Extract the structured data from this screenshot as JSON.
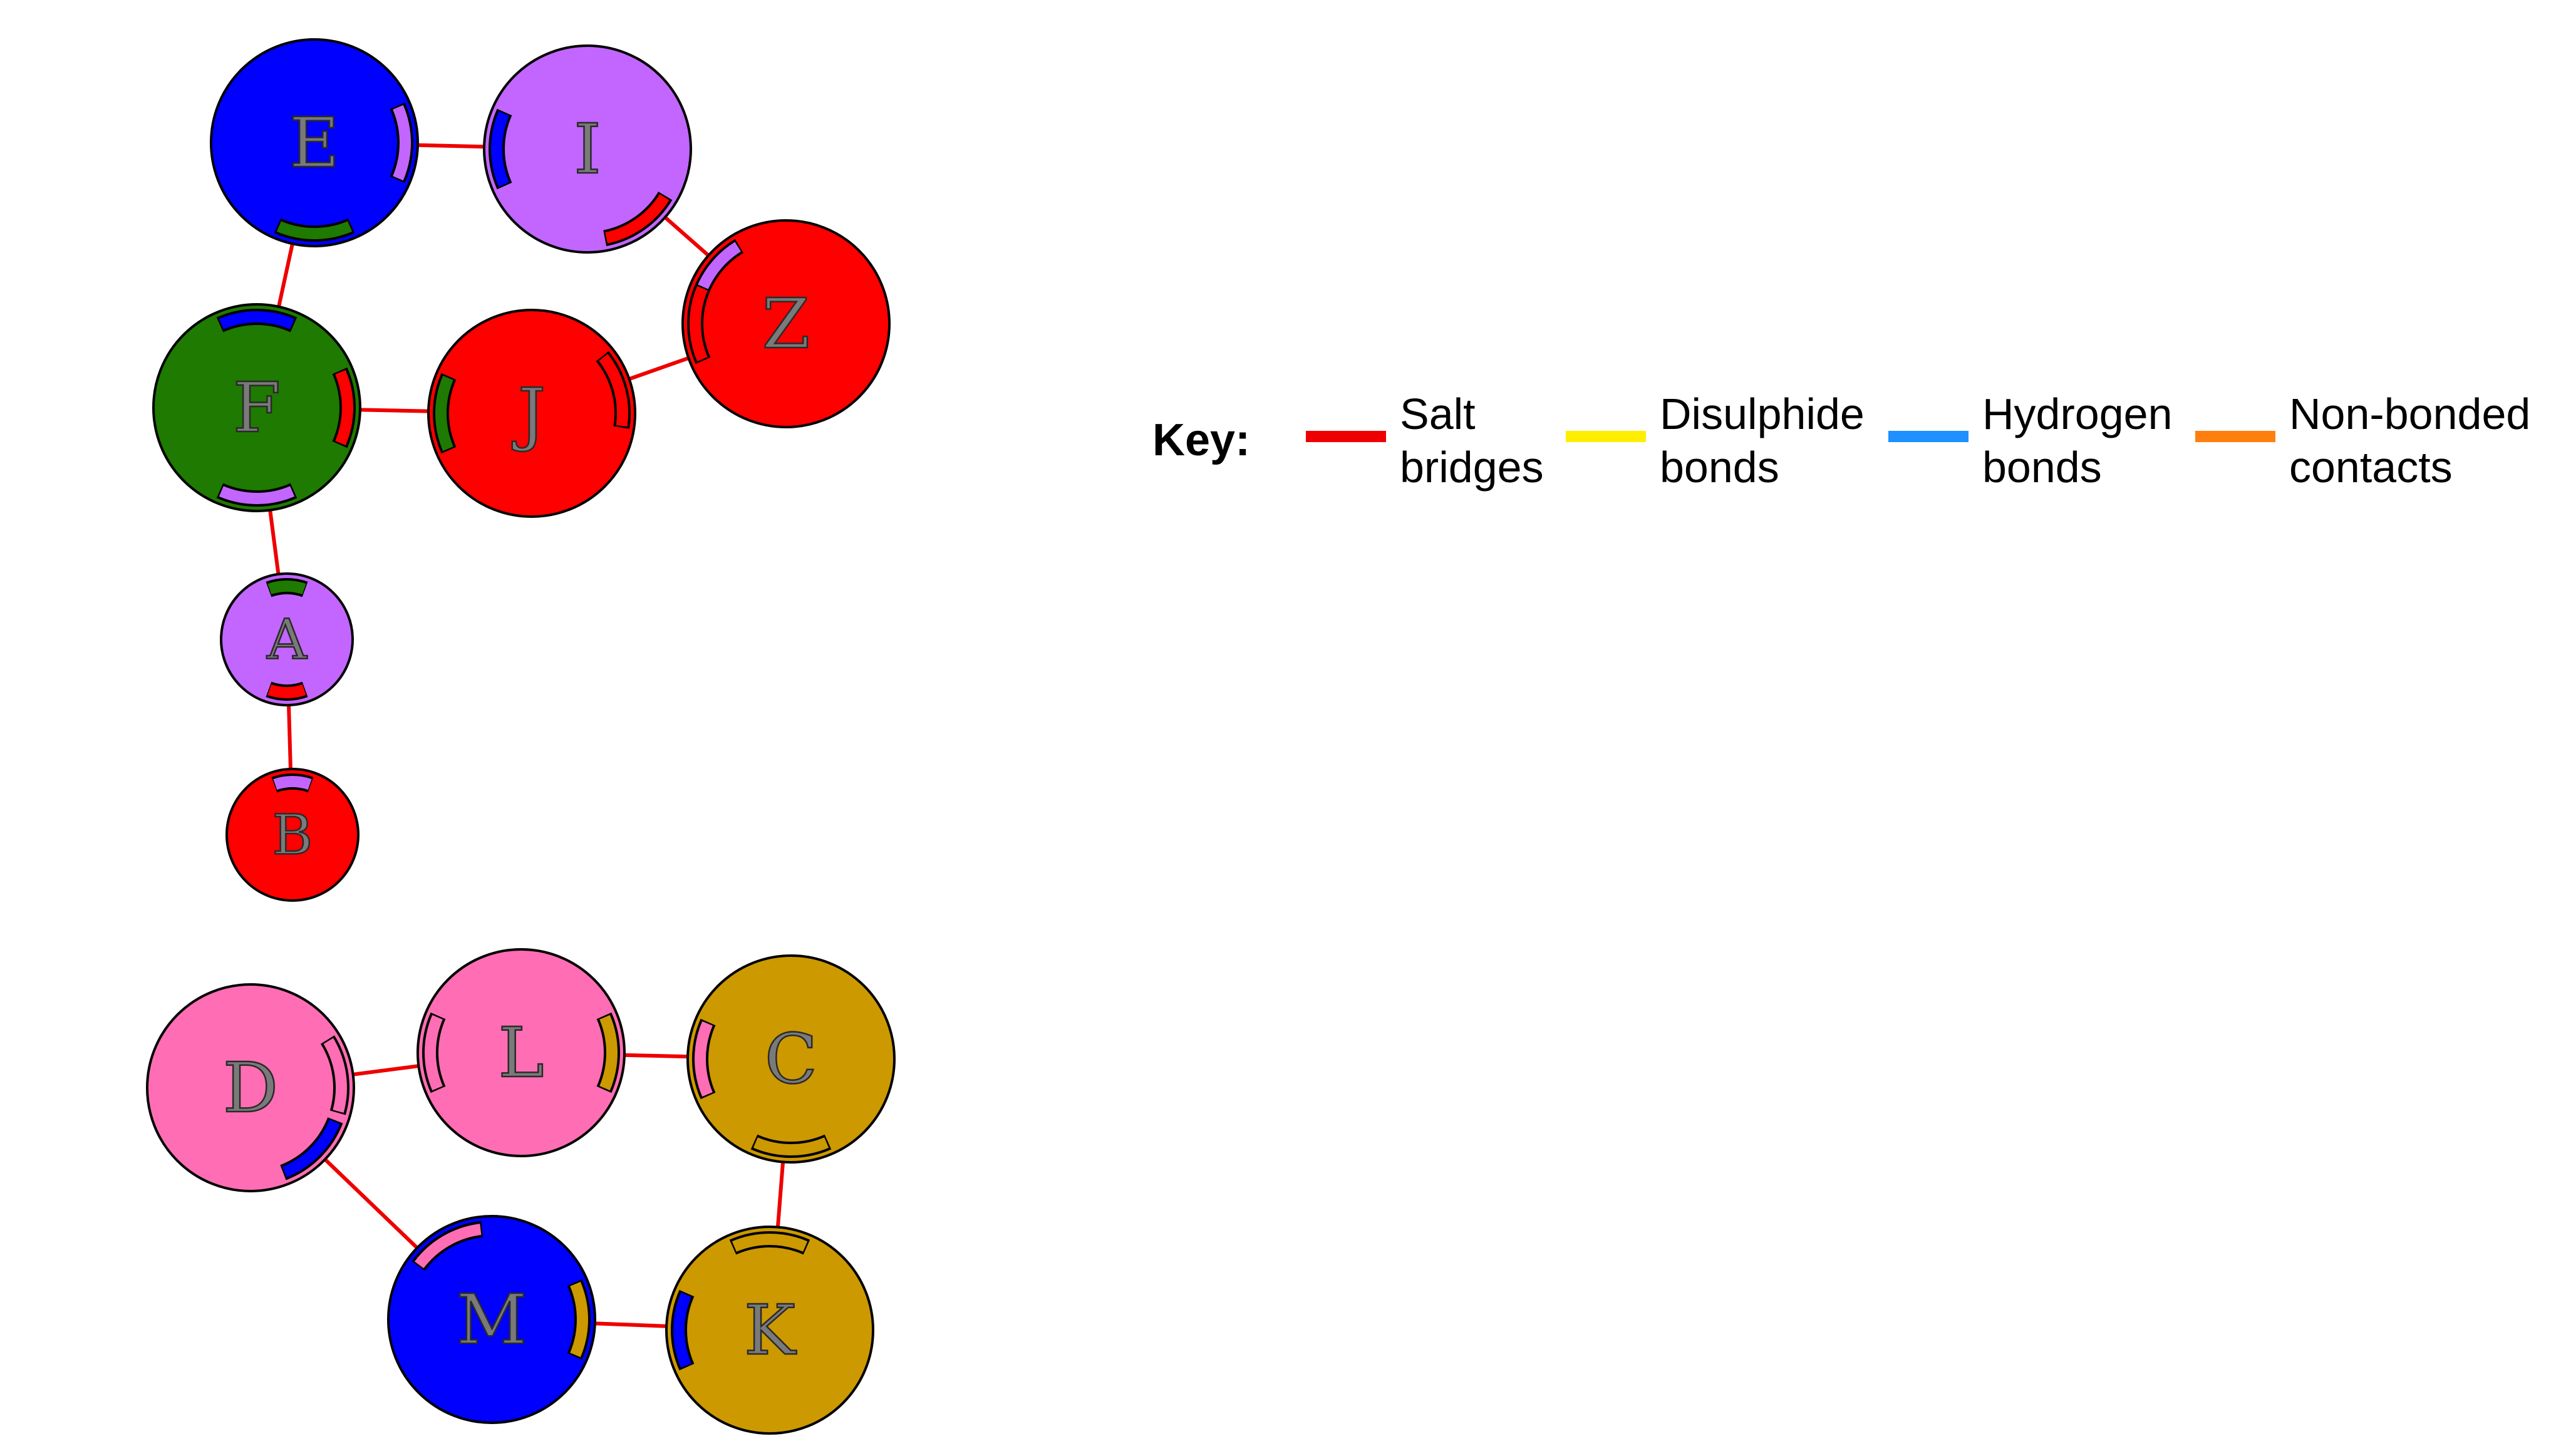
{
  "nodes": [
    {
      "id": "E",
      "label": "E",
      "color": "#0000ff"
    },
    {
      "id": "I",
      "label": "I",
      "color": "#c266ff"
    },
    {
      "id": "Z",
      "label": "Z",
      "color": "#ff0000"
    },
    {
      "id": "F",
      "label": "F",
      "color": "#1e7a00"
    },
    {
      "id": "J",
      "label": "J",
      "color": "#ff0000"
    },
    {
      "id": "A",
      "label": "A",
      "color": "#c266ff"
    },
    {
      "id": "B",
      "label": "B",
      "color": "#ff0000"
    },
    {
      "id": "D",
      "label": "D",
      "color": "#ff6eb4"
    },
    {
      "id": "L",
      "label": "L",
      "color": "#ff6eb4"
    },
    {
      "id": "C",
      "label": "C",
      "color": "#cc9900"
    },
    {
      "id": "M",
      "label": "M",
      "color": "#0000ff"
    },
    {
      "id": "K",
      "label": "K",
      "color": "#cc9900"
    }
  ],
  "edges": [
    {
      "from": "E",
      "to": "I",
      "type": "salt-bridge"
    },
    {
      "from": "E",
      "to": "F",
      "type": "salt-bridge"
    },
    {
      "from": "I",
      "to": "Z",
      "type": "salt-bridge"
    },
    {
      "from": "F",
      "to": "J",
      "type": "salt-bridge"
    },
    {
      "from": "J",
      "to": "Z",
      "type": "salt-bridge"
    },
    {
      "from": "F",
      "to": "A",
      "type": "salt-bridge"
    },
    {
      "from": "A",
      "to": "B",
      "type": "salt-bridge"
    },
    {
      "from": "D",
      "to": "L",
      "type": "salt-bridge"
    },
    {
      "from": "L",
      "to": "C",
      "type": "salt-bridge"
    },
    {
      "from": "D",
      "to": "M",
      "type": "salt-bridge"
    },
    {
      "from": "C",
      "to": "K",
      "type": "salt-bridge"
    },
    {
      "from": "M",
      "to": "K",
      "type": "salt-bridge"
    }
  ],
  "key": {
    "title": "Key:",
    "items": [
      {
        "line1": "Salt",
        "line2": "bridges",
        "color": "#ee0000"
      },
      {
        "line1": "Disulphide",
        "line2": "bonds",
        "color": "#ffee00"
      },
      {
        "line1": "Hydrogen",
        "line2": "bonds",
        "color": "#1e90ff"
      },
      {
        "line1": "Non-bonded",
        "line2": "contacts",
        "color": "#ff7f0e"
      }
    ]
  },
  "colors": {
    "edge": "#ee0000",
    "outline": "#000000",
    "background": "#ffffff"
  }
}
